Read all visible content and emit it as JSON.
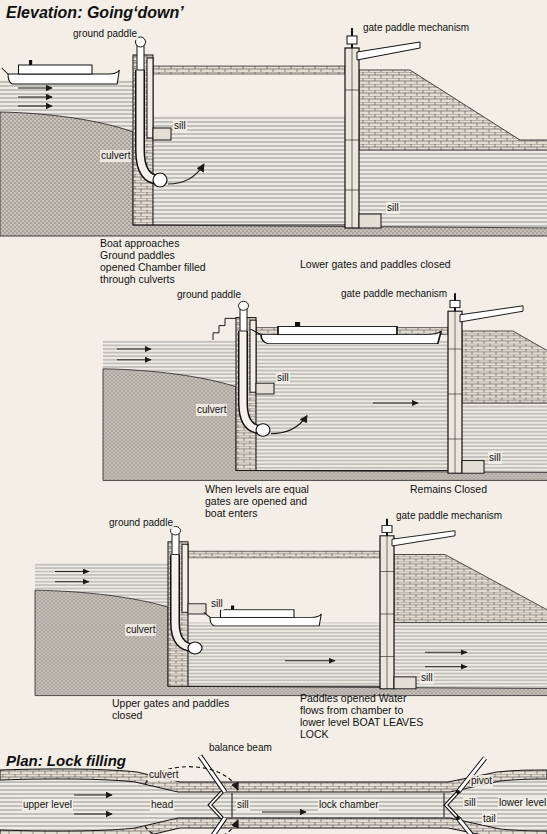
{
  "diagram": {
    "title": "Elevation: Going‘down’",
    "labels": [
      "ground paddle",
      "gate paddle mechanism",
      "sill",
      "culvert",
      "sill",
      "Boat approaches Ground paddles opened Chamber filled through culverts",
      "Lower gates and paddles closed",
      "ground paddle",
      "gate paddle mechanism",
      "sill",
      "culvert",
      "sill",
      "When levels are equal gates are opened and boat enters",
      "Remains Closed",
      "ground paddle",
      "gate paddle mechanism",
      "culvert",
      "sill",
      "sill",
      "Upper gates and paddles closed",
      "Paddles opened Water flows from chamber to lower level BOAT LEAVES LOCK",
      "Plan: Lock filling",
      "balance beam",
      "culvert",
      "pivot",
      "upper level",
      "head",
      "sill",
      "lock chamber",
      "sill",
      "tail",
      "lower level"
    ]
  }
}
